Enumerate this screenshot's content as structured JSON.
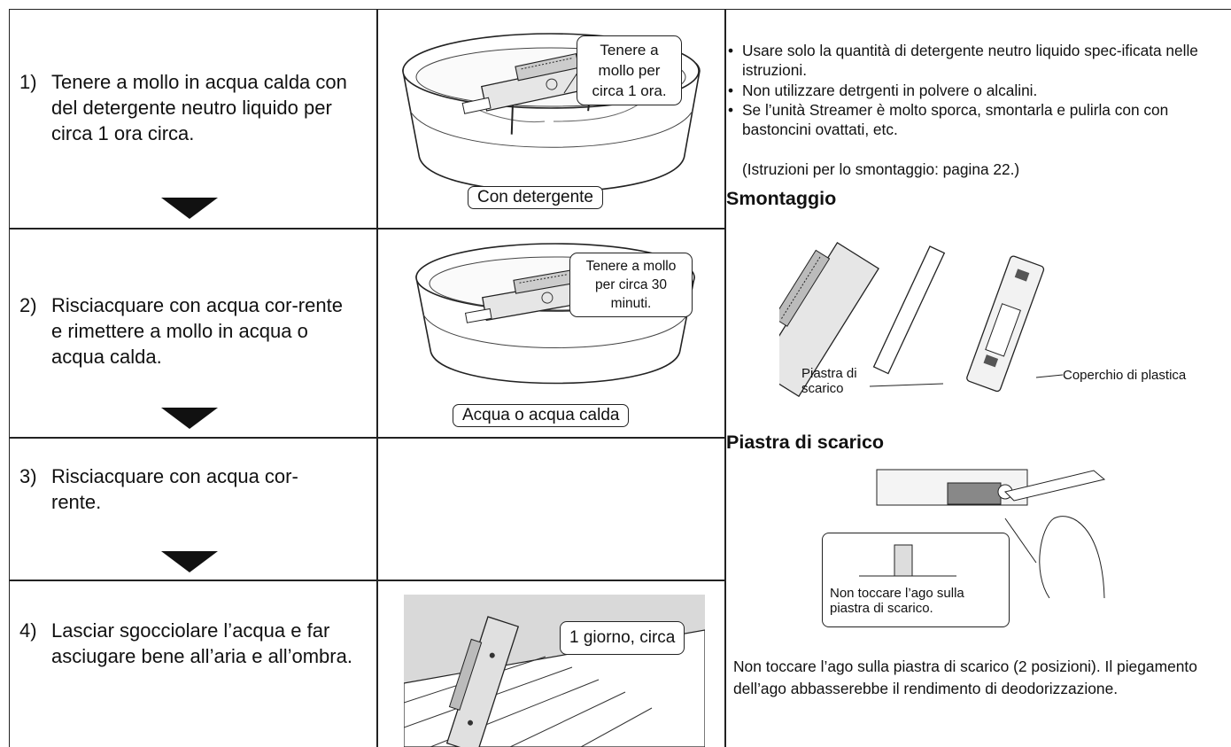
{
  "steps": [
    {
      "number": "1)",
      "text": "Tenere a mollo in acqua calda con del detergente neutro liquido per circa 1 ora circa.",
      "callout": "Tenere a mollo per circa 1 ora.",
      "caption": "Con detergente"
    },
    {
      "number": "2)",
      "text": "Risciacquare con acqua cor-rente e rimettere a mollo in acqua o acqua calda.",
      "callout": "Tenere a mollo per circa 30 minuti.",
      "caption": "Acqua o acqua calda"
    },
    {
      "number": "3)",
      "text": "Risciacquare con acqua cor-rente."
    },
    {
      "number": "4)",
      "text": "Lasciar sgocciolare l’acqua e far asciugare bene all’aria e all’ombra.",
      "callout": "1 giorno, circa"
    }
  ],
  "notes": {
    "bullets": [
      "Usare solo la quantità di detergente neutro liquido spec-ificata nelle istruzioni.",
      "Non utilizzare detrgenti in polvere o alcalini.",
      "Se l’unità Streamer è molto sporca, smontarla e pulirla con con bastoncini ovattati, etc."
    ],
    "reference": "(Istruzioni per lo smontaggio: pagina 22.)"
  },
  "disassembly": {
    "heading": "Smontaggio",
    "label_plate": "Piastra di scarico",
    "label_cover": "Coperchio di plastica"
  },
  "discharge": {
    "heading": "Piastra di scarico",
    "callout": "Non toccare l’ago sulla piastra di scarico.",
    "paragraph": "Non toccare l’ago sulla piastra di scarico (2 posizioni). Il piegamento dell’ago abbasserebbe il rendimento di deodorizzazione."
  }
}
